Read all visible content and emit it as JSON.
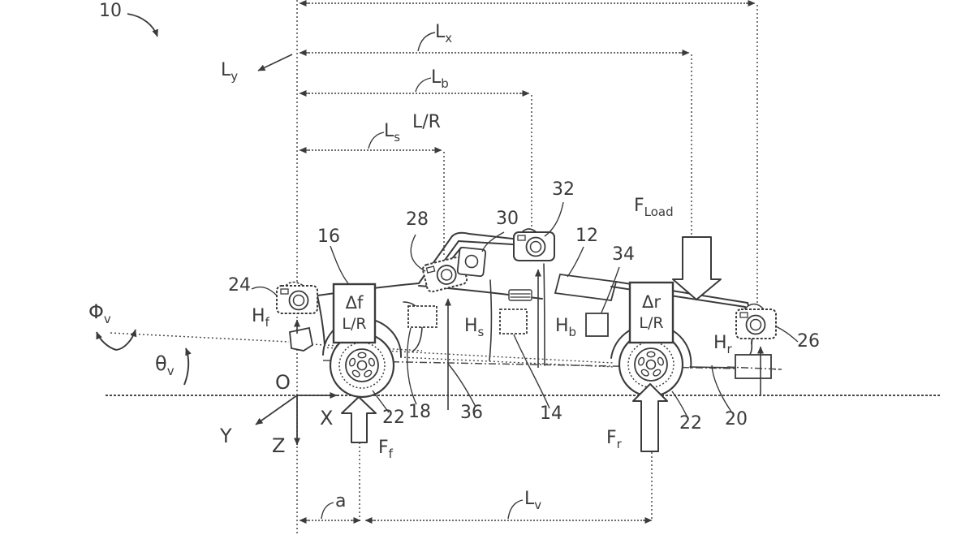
{
  "colors": {
    "ink": "#3b3b3b",
    "background": "#ffffff"
  },
  "reference_numerals": {
    "n10": "10",
    "n12": "12",
    "n14": "14",
    "n16": "16",
    "n18": "18",
    "n20": "20",
    "n22_front": "22",
    "n22_rear": "22",
    "n24": "24",
    "n26": "26",
    "n28": "28",
    "n30": "30",
    "n32": "32",
    "n34": "34",
    "n36": "36"
  },
  "dimension_labels": {
    "Ly": {
      "main": "L",
      "sub": "y"
    },
    "Lx": {
      "main": "L",
      "sub": "x"
    },
    "Lb": {
      "main": "L",
      "sub": "b"
    },
    "Ls": {
      "main": "L",
      "sub": "s"
    },
    "Ls_side": "L/R",
    "a": "a",
    "Lv": {
      "main": "L",
      "sub": "v"
    }
  },
  "height_labels": {
    "Hf": {
      "main": "H",
      "sub": "f"
    },
    "Hs": {
      "main": "H",
      "sub": "s"
    },
    "Hb": {
      "main": "H",
      "sub": "b"
    },
    "Hr": {
      "main": "H",
      "sub": "r"
    }
  },
  "force_labels": {
    "Ff": {
      "main": "F",
      "sub": "f"
    },
    "Fr": {
      "main": "F",
      "sub": "r"
    },
    "Fload": {
      "main": "F",
      "sub": "Load"
    }
  },
  "angle_labels": {
    "phi": {
      "main": "Φ",
      "sub": "v"
    },
    "theta": {
      "main": "θ",
      "sub": "v"
    }
  },
  "axis_labels": {
    "origin": "O",
    "x": "X",
    "y": "Y",
    "z": "Z"
  },
  "display_boxes": {
    "front": {
      "line1_main": "Δ",
      "line1_sub": "f",
      "line2": "L/R"
    },
    "rear": {
      "line1_main": "Δ",
      "line1_sub": "r",
      "line2": "L/R"
    }
  }
}
